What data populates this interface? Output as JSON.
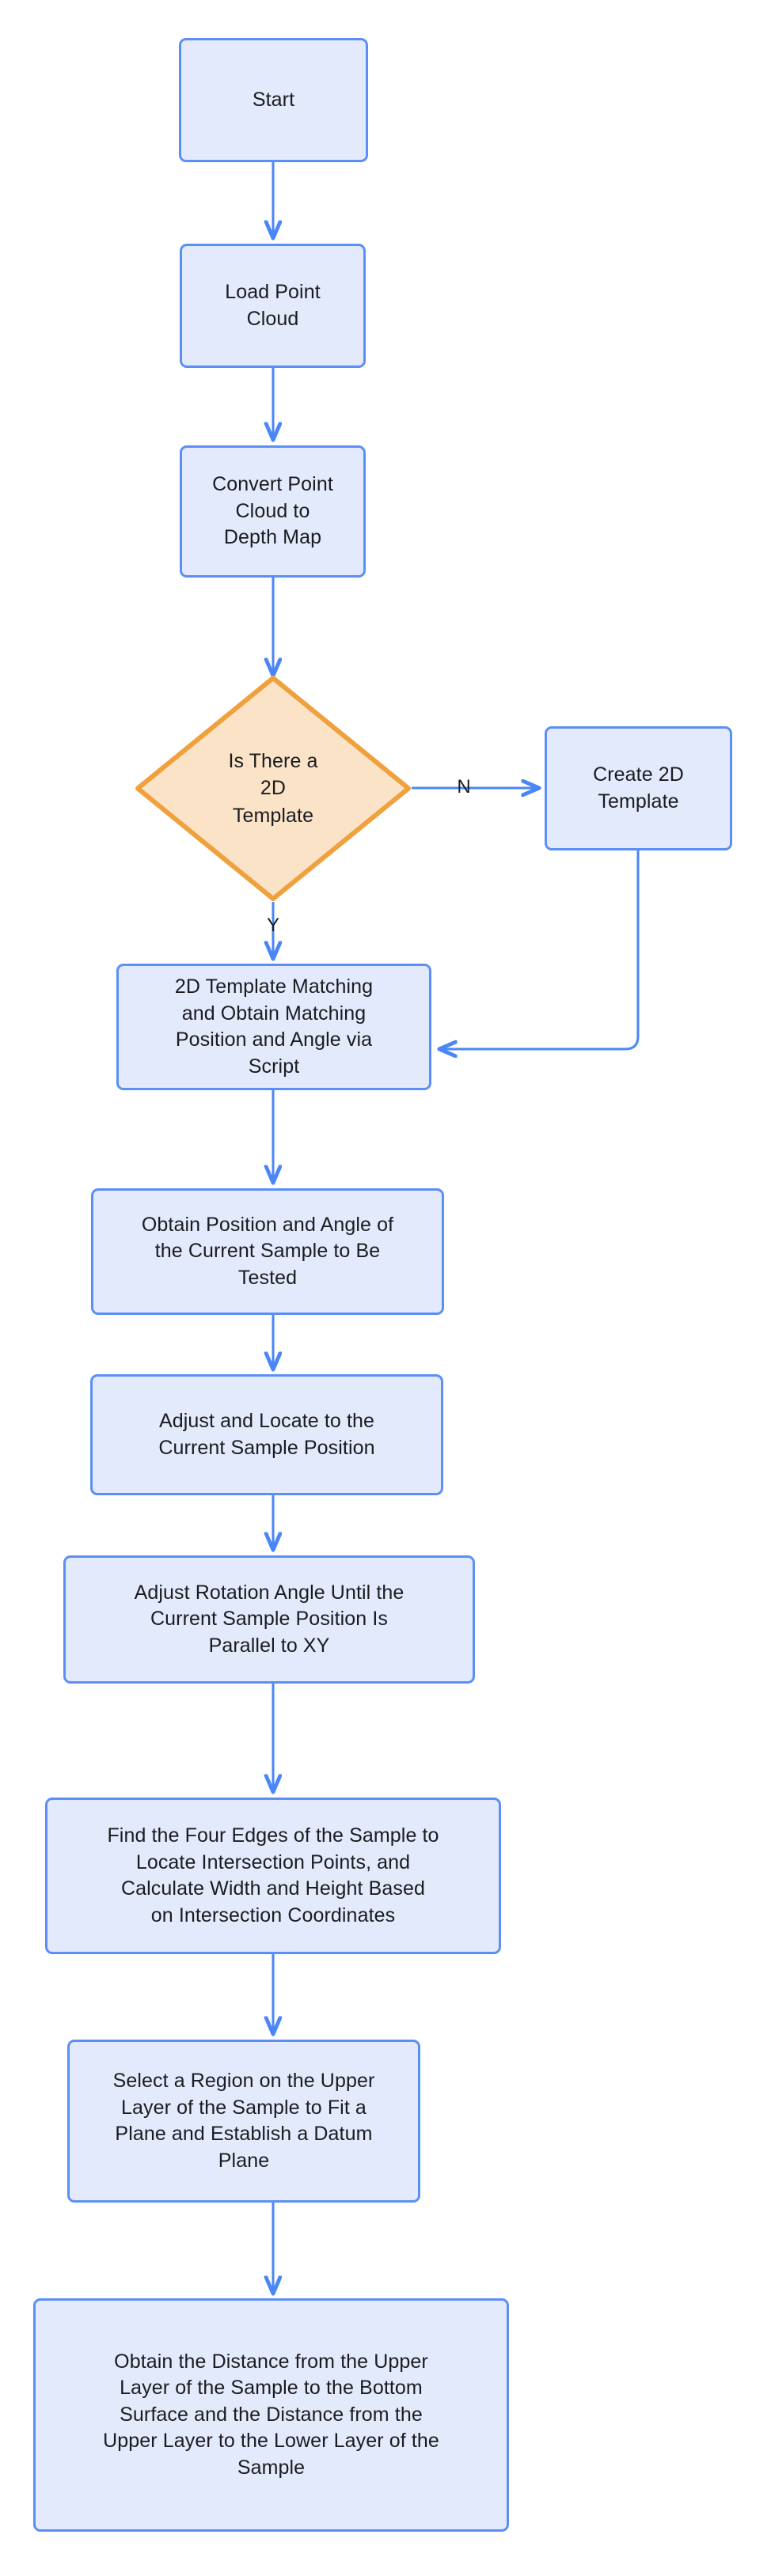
{
  "diagram": {
    "type": "flowchart",
    "orientation": "top-to-bottom",
    "colors": {
      "process_fill": "#e3eafc",
      "process_stroke": "#5b8ff5",
      "decision_fill": "#fbe3c8",
      "decision_stroke": "#f0a03c",
      "edge_stroke": "#4a86f7",
      "text": "#1b1b1f",
      "background": "#ffffff"
    },
    "nodes": {
      "start": "Start",
      "load_point_cloud": "Load Point\nCloud",
      "convert_to_depth_map": "Convert Point\nCloud to\nDepth Map",
      "is_there_2d_template": "Is There a\n2D\nTemplate",
      "create_2d_template": "Create 2D\nTemplate",
      "template_matching": "2D Template Matching\nand Obtain Matching\nPosition and Angle via\nScript",
      "obtain_position_angle": "Obtain Position and Angle of\nthe Current Sample to Be\nTested",
      "adjust_and_locate": "Adjust and Locate to the\nCurrent Sample Position",
      "adjust_rotation_angle": "Adjust Rotation Angle Until the\nCurrent Sample Position Is\nParallel to XY",
      "find_four_edges": "Find the Four Edges of the Sample to\nLocate Intersection Points, and\nCalculate Width and Height Based\non Intersection Coordinates",
      "select_region_datum_plane": "Select a Region on the Upper\nLayer of the Sample to Fit a\nPlane and Establish a Datum\nPlane",
      "obtain_distances": "Obtain the Distance from the Upper\nLayer of the Sample to the Bottom\nSurface and the Distance from the\nUpper Layer to the Lower Layer of the\nSample"
    },
    "edge_labels": {
      "no_branch": "N",
      "yes_branch": "Y"
    }
  }
}
